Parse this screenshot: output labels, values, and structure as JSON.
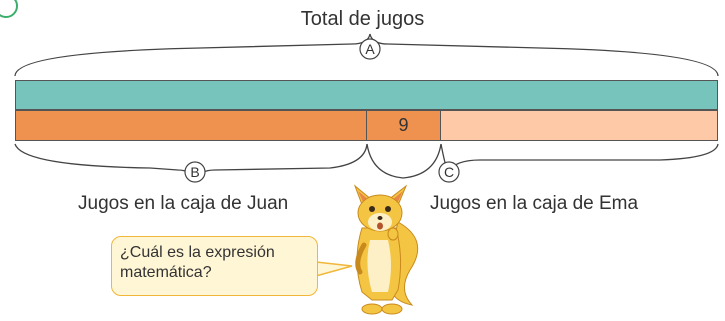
{
  "diagram": {
    "title": "Total de jugos",
    "markers": {
      "a": "A",
      "b": "B",
      "c": "C"
    },
    "segment_value": "9",
    "label_juan": "Jugos en la caja de Juan",
    "label_ema": "Jugos en la caja de Ema",
    "question_line1": "¿Cuál es la expresión",
    "question_line2": "matemática?",
    "character": "fox-icon"
  },
  "colors": {
    "total_bar": "#76c4bc",
    "juan_bar": "#f0924f",
    "ema_bar": "#fdc9a6",
    "bubble_fill": "#fff6d6",
    "bubble_border": "#f0b73a"
  }
}
